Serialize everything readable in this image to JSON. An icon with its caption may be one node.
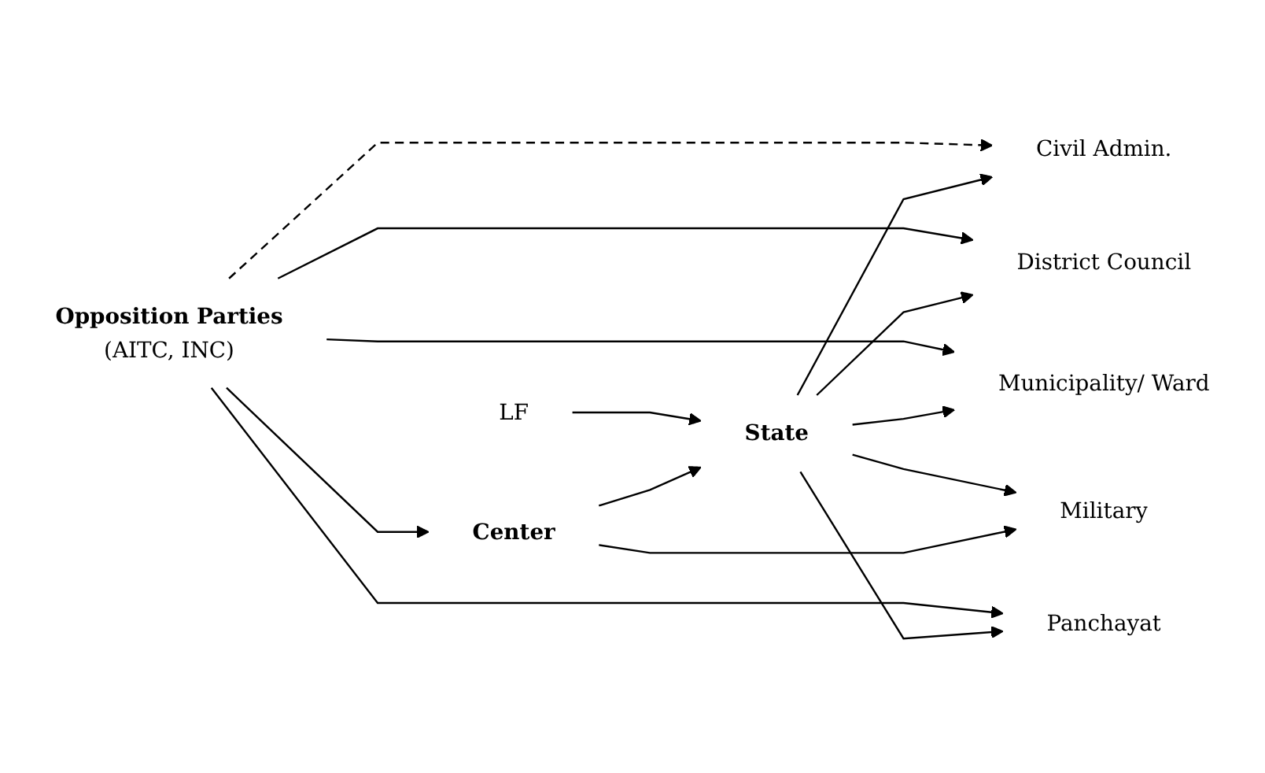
{
  "diagram": {
    "nodes": [
      {
        "text": [
          "Center"
        ]
      },
      {
        "text": [
          "State"
        ]
      },
      {
        "text": [
          "LF"
        ]
      },
      {
        "text": [
          "Military"
        ]
      },
      {
        "text": [
          "Civil Admin."
        ]
      },
      {
        "text": [
          "District Council"
        ]
      },
      {
        "text": [
          "Municipality/ Ward"
        ]
      },
      {
        "text": [
          "Panchayat"
        ]
      },
      {
        "text": [
          "Opposition Parties",
          "(AITC, INC)"
        ]
      }
    ],
    "edges": [
      {
        "from": 0,
        "to": 3,
        "arrow": "to"
      },
      {
        "from": 0,
        "to": 1,
        "arrow": "to"
      },
      {
        "from": 2,
        "to": 1,
        "arrow": "to"
      },
      {
        "from": 1,
        "to": 3,
        "arrow": "to"
      },
      {
        "from": 1,
        "to": 4,
        "arrow": "to"
      },
      {
        "from": 1,
        "to": 5,
        "arrow": "to"
      },
      {
        "from": 1,
        "to": 6,
        "arrow": "to"
      },
      {
        "from": 1,
        "to": 7,
        "arrow": "to"
      },
      {
        "from": 8,
        "to": 4,
        "arrow": "to",
        "style": "dashed"
      },
      {
        "from": 8,
        "to": 5,
        "arrow": "to"
      },
      {
        "from": 8,
        "to": 6,
        "arrow": "to"
      },
      {
        "from": 8,
        "to": 7,
        "arrow": "to"
      },
      {
        "from": 8,
        "to": 0,
        "arrow": "to"
      }
    ]
  }
}
